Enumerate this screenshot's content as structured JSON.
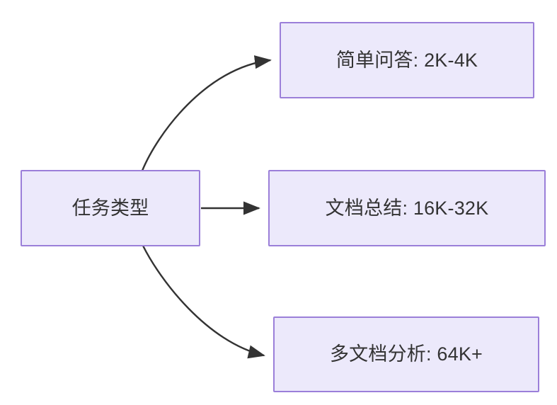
{
  "diagram": {
    "type": "flowchart",
    "direction": "left-to-right",
    "background_color": "#ffffff",
    "node_fill_color": "#ece9fb",
    "node_border_color": "#9b7fd9",
    "node_text_color": "#333333",
    "edge_color": "#333333",
    "source_node": {
      "id": "task-type",
      "label": "任务类型"
    },
    "target_nodes": [
      {
        "id": "simple-qa",
        "label": "简单问答: 2K-4K"
      },
      {
        "id": "doc-summary",
        "label": "文档总结: 16K-32K"
      },
      {
        "id": "multi-doc",
        "label": "多文档分析: 64K+"
      }
    ],
    "edges": [
      {
        "from": "task-type",
        "to": "simple-qa",
        "style": "curved",
        "arrow": "triangle"
      },
      {
        "from": "task-type",
        "to": "doc-summary",
        "style": "straight",
        "arrow": "triangle"
      },
      {
        "from": "task-type",
        "to": "multi-doc",
        "style": "curved",
        "arrow": "triangle"
      }
    ]
  }
}
